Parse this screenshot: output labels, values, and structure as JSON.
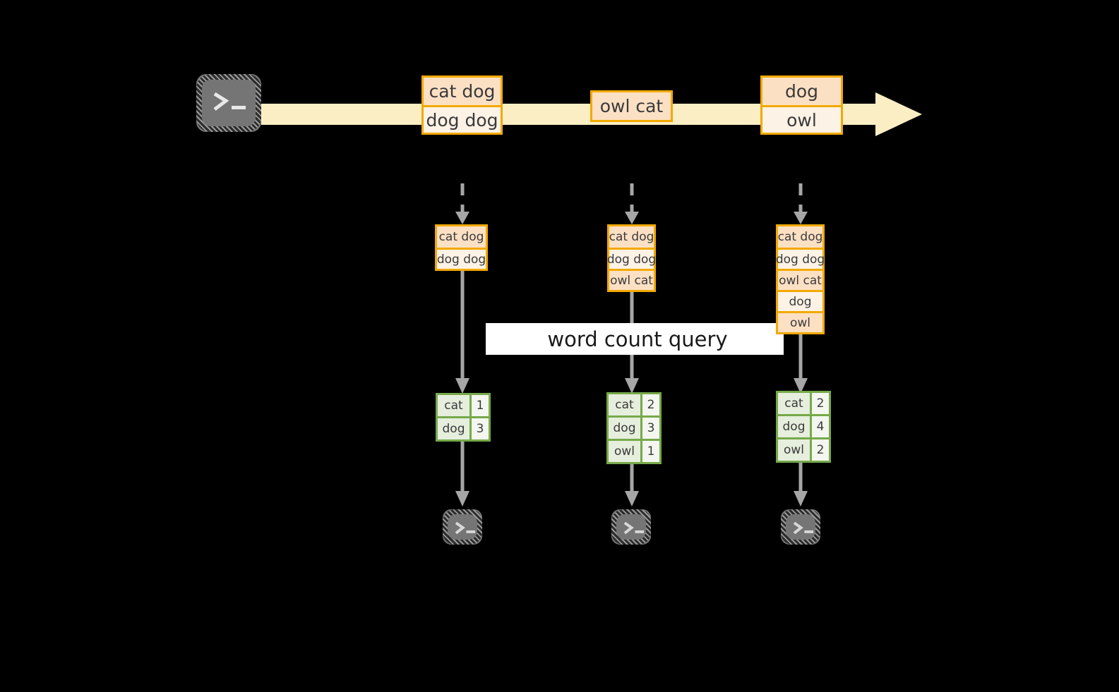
{
  "diagram": {
    "title": "word count query stream diagram",
    "colors": {
      "background": "#000000",
      "stream_arrow_fill": "#fceec4",
      "orange_border": "#f2a900",
      "orange_cell_dark": "#fce0c4",
      "orange_cell_light": "#fdf2e6",
      "green_border": "#76a94a",
      "green_cell_key": "#e6eedd",
      "green_cell_value": "#f3f7ef",
      "arrow_gray": "#a6a6a6",
      "terminal_gray": "#757575",
      "banner_background": "#ffffff",
      "text": "#3a3a3a"
    }
  },
  "source": {
    "icon": "terminal-icon",
    "glyph": ">_"
  },
  "stream": {
    "direction": "left-to-right",
    "batches": [
      {
        "id": "batch-1",
        "lines": [
          "cat dog",
          "dog dog"
        ]
      },
      {
        "id": "batch-2",
        "lines": [
          "owl cat"
        ]
      },
      {
        "id": "batch-3",
        "lines": [
          "dog",
          "owl"
        ]
      }
    ]
  },
  "banner": {
    "label": "word count query"
  },
  "columns": [
    {
      "id": "column-1",
      "input_table": {
        "name": "accumulated-lines-table-1",
        "rows": [
          "cat dog",
          "dog dog"
        ]
      },
      "result_table": {
        "name": "word-count-table-1",
        "rows": [
          {
            "word": "cat",
            "count": "1"
          },
          {
            "word": "dog",
            "count": "3"
          }
        ]
      },
      "sink": {
        "icon": "terminal-icon",
        "glyph": ">_"
      }
    },
    {
      "id": "column-2",
      "input_table": {
        "name": "accumulated-lines-table-2",
        "rows": [
          "cat dog",
          "dog dog",
          "owl cat"
        ]
      },
      "result_table": {
        "name": "word-count-table-2",
        "rows": [
          {
            "word": "cat",
            "count": "2"
          },
          {
            "word": "dog",
            "count": "3"
          },
          {
            "word": "owl",
            "count": "1"
          }
        ]
      },
      "sink": {
        "icon": "terminal-icon",
        "glyph": ">_"
      }
    },
    {
      "id": "column-3",
      "input_table": {
        "name": "accumulated-lines-table-3",
        "rows": [
          "cat dog",
          "dog dog",
          "owl cat",
          "dog",
          "owl"
        ]
      },
      "result_table": {
        "name": "word-count-table-3",
        "rows": [
          {
            "word": "cat",
            "count": "2"
          },
          {
            "word": "dog",
            "count": "4"
          },
          {
            "word": "owl",
            "count": "2"
          }
        ]
      },
      "sink": {
        "icon": "terminal-icon",
        "glyph": ">_"
      }
    }
  ]
}
